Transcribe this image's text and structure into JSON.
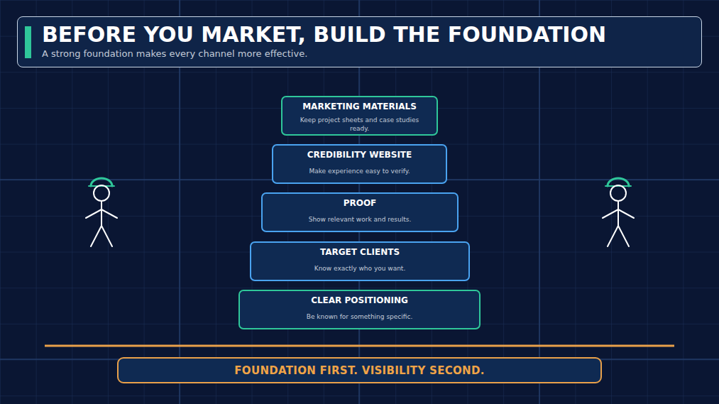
{
  "diagram": {
    "title": "BEFORE YOU MARKET, BUILD THE FOUNDATION",
    "nodes": [
      {
        "text": [
          "MARKETING MATERIALS",
          "Keep project sheets and case studies ready."
        ]
      },
      {
        "text": [
          "CREDIBILITY WEBSITE",
          "Make experience easy to verify."
        ]
      },
      {
        "text": [
          "PROOF",
          "Show relevant work and results."
        ]
      },
      {
        "text": [
          "TARGET CLIENTS",
          "Know exactly who you want."
        ]
      },
      {
        "text": [
          "CLEAR POSITIONING",
          "Be known for something specific."
        ]
      },
      {
        "text": [
          "FOUNDATION FIRST. VISIBILITY SECOND."
        ]
      }
    ],
    "labels": [
      "A strong foundation makes every channel more effective."
    ]
  }
}
